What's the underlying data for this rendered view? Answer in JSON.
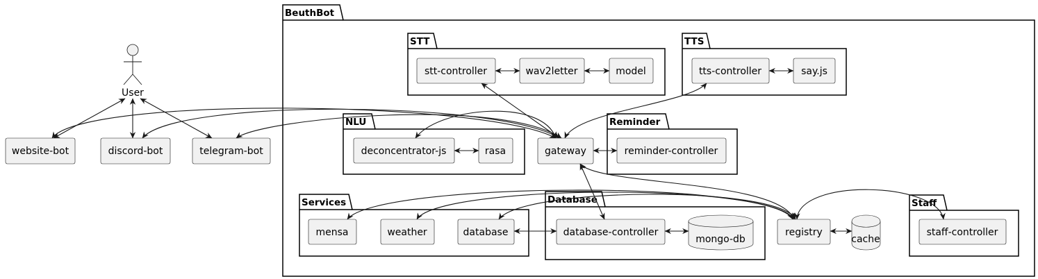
{
  "actor": {
    "name": "User"
  },
  "clients": {
    "website_bot": "website-bot",
    "discord_bot": "discord-bot",
    "telegram_bot": "telegram-bot"
  },
  "packages": {
    "beuthbot": "BeuthBot",
    "stt": "STT",
    "tts": "TTS",
    "nlu": "NLU",
    "reminder": "Reminder",
    "services": "Services",
    "database": "Database",
    "staff": "Staff"
  },
  "nodes": {
    "stt_controller": "stt-controller",
    "wav2letter": "wav2letter",
    "model": "model",
    "tts_controller": "tts-controller",
    "say_js": "say.js",
    "deconcentrator_js": "deconcentrator-js",
    "rasa": "rasa",
    "gateway": "gateway",
    "reminder_controller": "reminder-controller",
    "mensa": "mensa",
    "weather": "weather",
    "services_database": "database",
    "database_controller": "database-controller",
    "mongo_db": "mongo-db",
    "registry": "registry",
    "cache": "cache",
    "staff_controller": "staff-controller"
  }
}
